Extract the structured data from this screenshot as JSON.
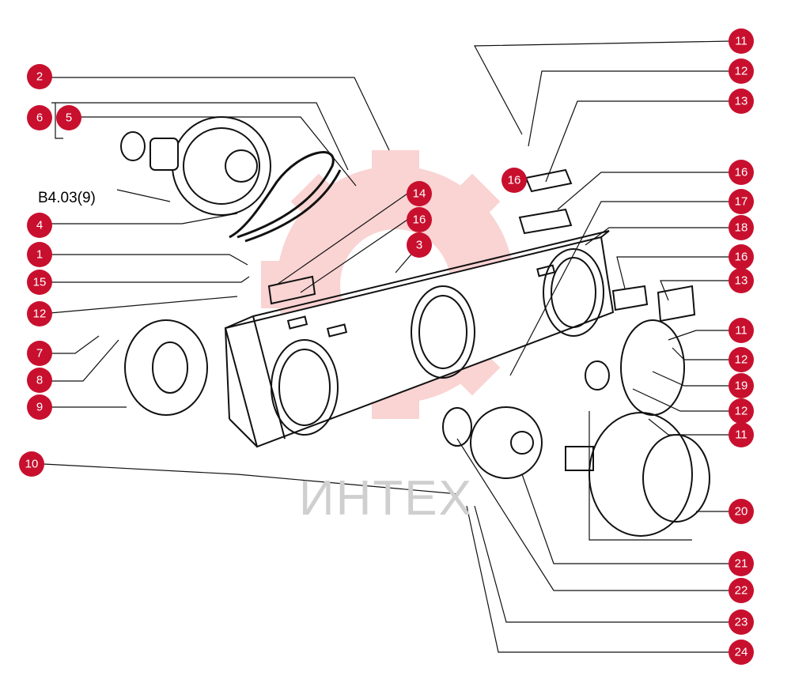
{
  "reference_label": "B4.03(9)",
  "watermark_text": "ИНТЕХ",
  "colors": {
    "callout": "#c8102e",
    "line": "#111111",
    "watermark": "#f4a0a0"
  },
  "callouts": [
    "2",
    "6",
    "5",
    "4",
    "1",
    "15",
    "12",
    "7",
    "8",
    "9",
    "10",
    "11",
    "12",
    "13",
    "16",
    "16",
    "17",
    "18",
    "14",
    "16",
    "3",
    "16",
    "13",
    "11",
    "12",
    "19",
    "12",
    "11",
    "20",
    "21",
    "22",
    "23",
    "24"
  ]
}
